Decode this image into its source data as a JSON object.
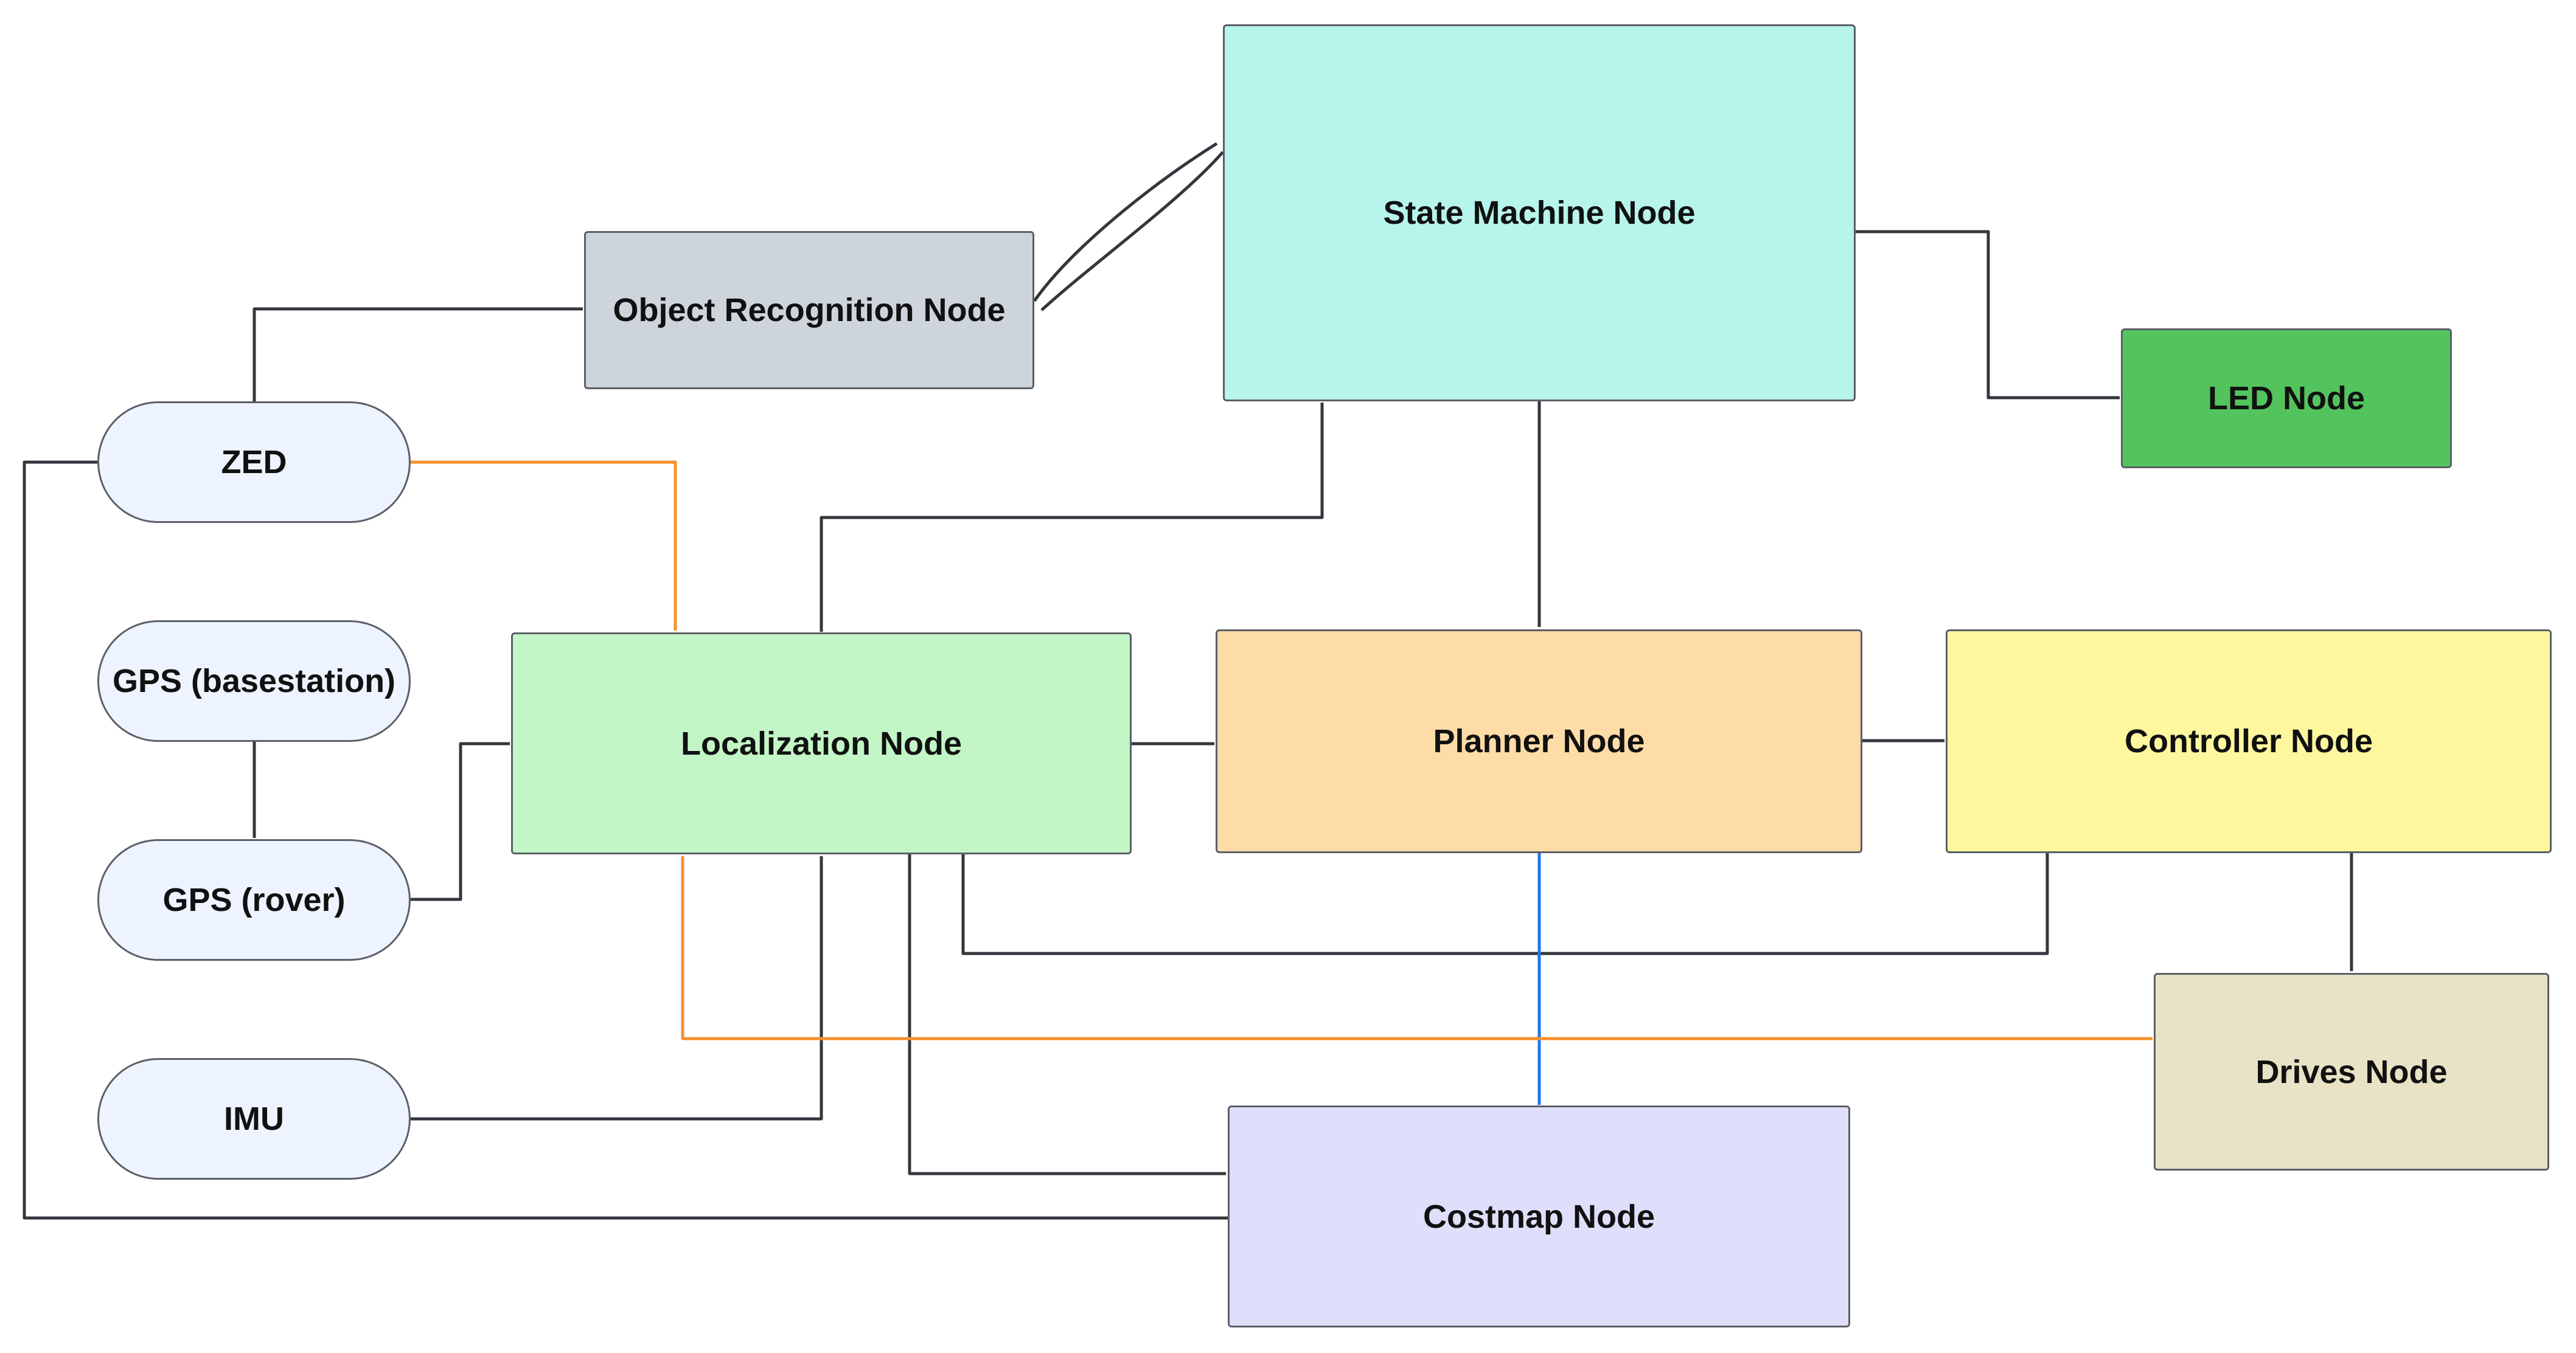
{
  "nodes": {
    "zed": {
      "label": "ZED",
      "color": "#edf4ff"
    },
    "gps_base": {
      "label": "GPS (basestation)",
      "color": "#edf4ff"
    },
    "gps_rover": {
      "label": "GPS (rover)",
      "color": "#edf4ff"
    },
    "imu": {
      "label": "IMU",
      "color": "#edf4ff"
    },
    "object_recognition": {
      "label": "Object Recognition Node",
      "color": "#ced4db"
    },
    "state_machine": {
      "label": "State Machine Node",
      "color": "#b6f4ec"
    },
    "led": {
      "label": "LED Node",
      "color": "#53c45d"
    },
    "localization": {
      "label": "Localization Node",
      "color": "#c3f6c6"
    },
    "planner": {
      "label": "Planner Node",
      "color": "#fedca8"
    },
    "controller": {
      "label": "Controller Node",
      "color": "#fef79e"
    },
    "drives": {
      "label": "Drives Node",
      "color": "#e8e2c6"
    },
    "costmap": {
      "label": "Costmap Node",
      "color": "#dfdffc"
    }
  },
  "edge_colors": {
    "default": "#33373d",
    "orange": "#f7902d",
    "blue": "#1f77e3"
  }
}
